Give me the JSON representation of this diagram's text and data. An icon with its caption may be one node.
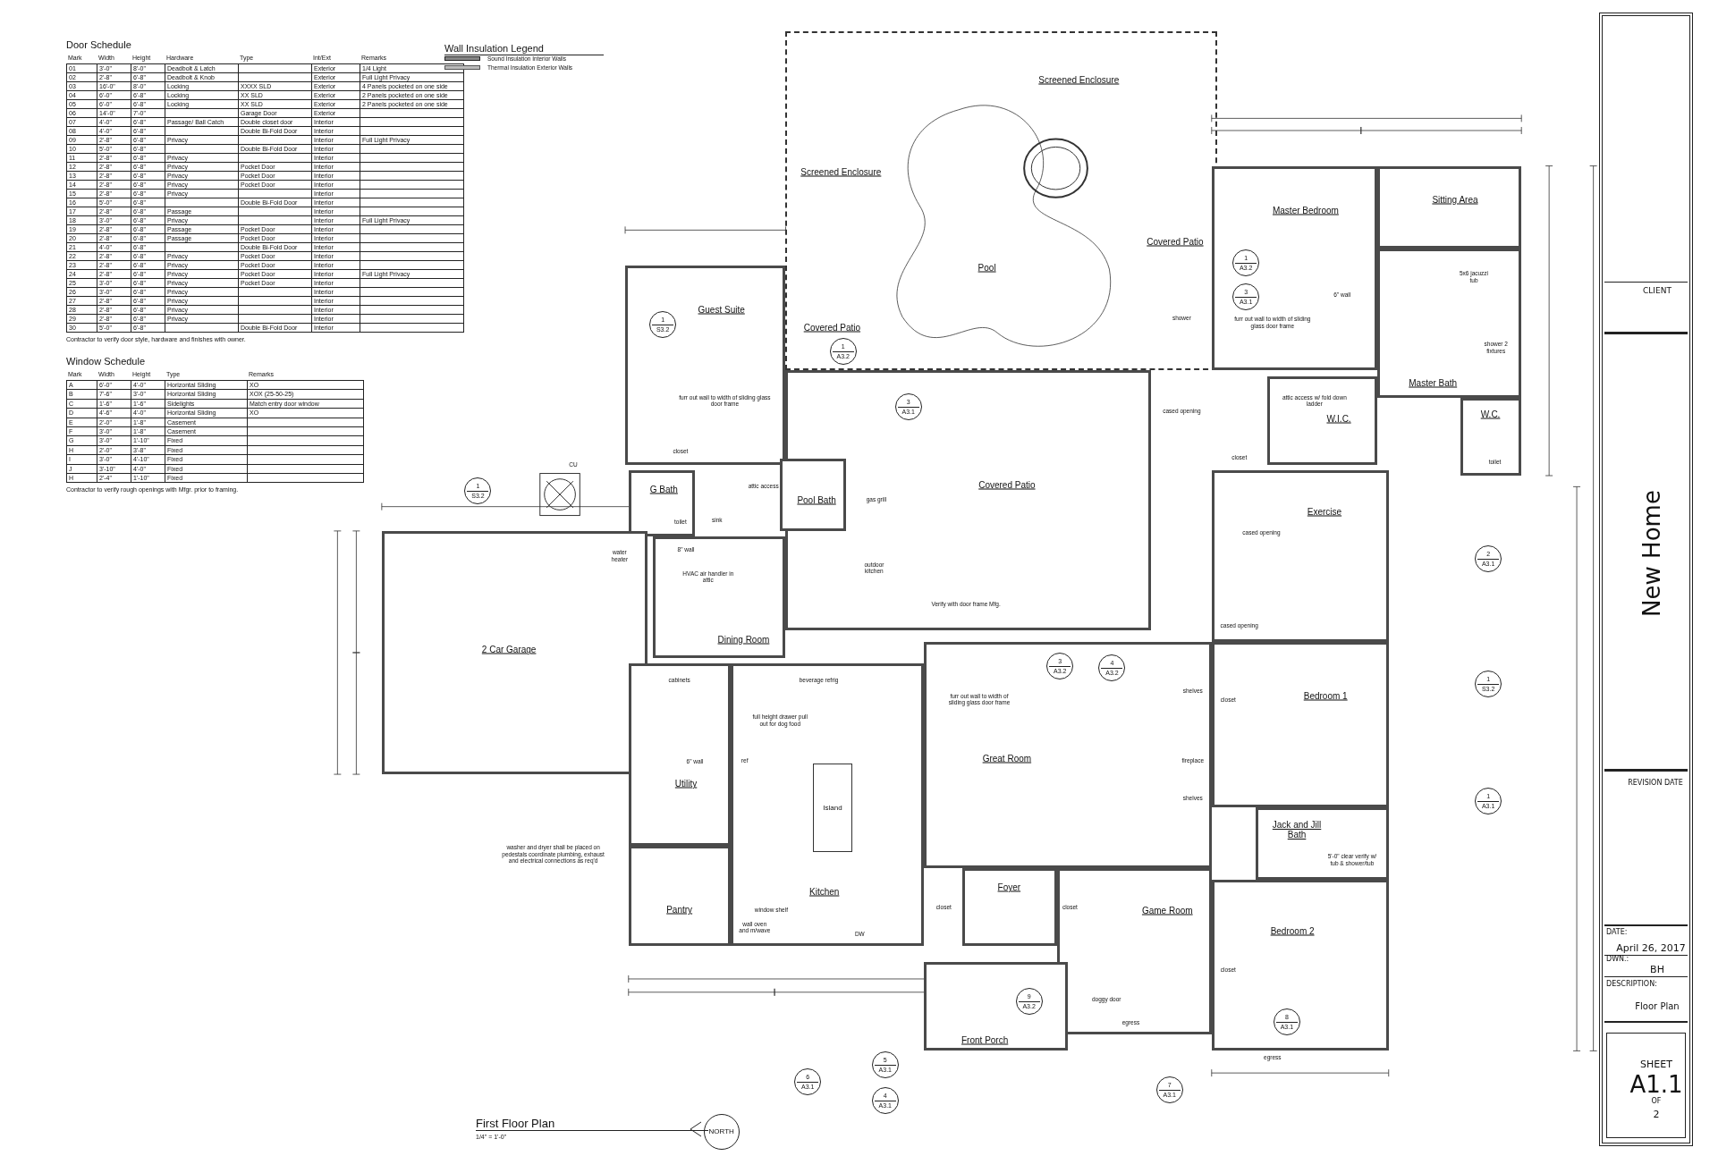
{
  "diagram": {
    "title": "First Floor Plan",
    "nodes": [
      {
        "text": [
          "Screened Enclosure",
          "Screened Enclosure"
        ]
      },
      {
        "text": [
          "Pool"
        ],
        "in": 0
      },
      {
        "text": [
          "Covered Patio"
        ],
        "in": 0
      },
      {
        "text": [
          "Covered Patio"
        ]
      },
      {
        "text": [
          "Guest Suite"
        ]
      },
      {
        "text": [
          "Covered Patio"
        ],
        "in": 0
      },
      {
        "text": [
          "Master Bedroom"
        ]
      },
      {
        "text": [
          "Sitting Area"
        ]
      },
      {
        "text": [
          "Master Bath"
        ]
      },
      {
        "text": [
          "W.I.C."
        ]
      },
      {
        "text": [
          "W.C."
        ]
      },
      {
        "text": [
          "G Bath"
        ]
      },
      {
        "text": [
          "Pool Bath"
        ]
      },
      {
        "text": [
          "2 Car Garage"
        ]
      },
      {
        "text": [
          "Dining Room"
        ]
      },
      {
        "text": [
          "Exercise"
        ]
      },
      {
        "text": [
          "Great Room"
        ]
      },
      {
        "text": [
          "Bedroom 1"
        ]
      },
      {
        "text": [
          "Utility"
        ]
      },
      {
        "text": [
          "Kitchen"
        ]
      },
      {
        "text": [
          "Island"
        ],
        "in": 19
      },
      {
        "text": [
          "Jack and Jill Bath"
        ]
      },
      {
        "text": [
          "Pantry"
        ]
      },
      {
        "text": [
          "Foyer"
        ]
      },
      {
        "text": [
          "Game Room"
        ]
      },
      {
        "text": [
          "Bedroom 2"
        ]
      },
      {
        "text": [
          "Front Porch"
        ]
      },
      {
        "text": [
          "1",
          "S3.2"
        ],
        "in": 4
      },
      {
        "text": [
          "1",
          "A3.2"
        ],
        "in": 0
      },
      {
        "text": [
          "3",
          "A3.1"
        ],
        "in": 3
      },
      {
        "text": [
          "1",
          "A3.2"
        ],
        "in": 6
      },
      {
        "text": [
          "3",
          "A3.1"
        ],
        "in": 6
      },
      {
        "text": [
          "1",
          "S3.2"
        ]
      },
      {
        "text": [
          "3",
          "A3.2"
        ],
        "in": 16
      },
      {
        "text": [
          "4",
          "A3.2"
        ],
        "in": 16
      },
      {
        "text": [
          "2",
          "A3.1"
        ]
      },
      {
        "text": [
          "1",
          "S3.2"
        ]
      },
      {
        "text": [
          "1",
          "A3.1"
        ]
      },
      {
        "text": [
          "8",
          "A3.1"
        ],
        "in": 25
      },
      {
        "text": [
          "9",
          "A3.2"
        ],
        "in": 26
      },
      {
        "text": [
          "6",
          "A3.1"
        ]
      },
      {
        "text": [
          "5",
          "A3.1"
        ]
      },
      {
        "text": [
          "4",
          "A3.1"
        ]
      },
      {
        "text": [
          "7",
          "A3.1"
        ]
      },
      {
        "text": [
          "NORTH"
        ]
      }
    ],
    "labels": [
      "Door Schedule",
      "Mark",
      "Width",
      "Height",
      "Hardware",
      "Type",
      "Int/Ext",
      "Remarks",
      "01",
      "3'-0\"",
      "8'-0\"",
      "Deadbolt & Latch",
      "Exterior",
      "1/4 Light",
      "02",
      "2'-8\"",
      "6'-8\"",
      "Deadbolt & Knob",
      "Exterior",
      "Full Light Privacy",
      "03",
      "16'-0\"",
      "8'-0\"",
      "Locking",
      "XXXX SLD",
      "Exterior",
      "4 Panels pocketed on one side",
      "04",
      "6'-0\"",
      "6'-8\"",
      "Locking",
      "XX SLD",
      "Exterior",
      "2 Panels pocketed on one side",
      "05",
      "6'-0\"",
      "6'-8\"",
      "Locking",
      "XX SLD",
      "Exterior",
      "2 Panels pocketed on one side",
      "06",
      "14'-0\"",
      "7'-0\"",
      "Garage Door",
      "Exterior",
      "07",
      "4'-0\"",
      "6'-8\"",
      "Passage/ Ball Catch",
      "Double closet door",
      "Interior",
      "08",
      "4'-0\"",
      "6'-8\"",
      "Double Bi-Fold Door",
      "Interior",
      "09",
      "2'-8\"",
      "6'-8\"",
      "Privacy",
      "Interior",
      "Full Light Privacy",
      "10",
      "5'-0\"",
      "6'-8\"",
      "Double Bi-Fold Door",
      "Interior",
      "11",
      "2'-8\"",
      "6'-8\"",
      "Privacy",
      "Interior",
      "12",
      "2'-8\"",
      "6'-8\"",
      "Privacy",
      "Pocket Door",
      "Interior",
      "13",
      "2'-8\"",
      "6'-8\"",
      "Privacy",
      "Pocket Door",
      "Interior",
      "14",
      "2'-8\"",
      "6'-8\"",
      "Privacy",
      "Pocket Door",
      "Interior",
      "15",
      "2'-8\"",
      "6'-8\"",
      "Privacy",
      "Interior",
      "16",
      "5'-0\"",
      "6'-8\"",
      "Double Bi-Fold Door",
      "Interior",
      "17",
      "2'-8\"",
      "6'-8\"",
      "Passage",
      "Interior",
      "18",
      "3'-0\"",
      "6'-8\"",
      "Privacy",
      "Interior",
      "Full Light Privacy",
      "19",
      "2'-8\"",
      "6'-8\"",
      "Passage",
      "Pocket Door",
      "Interior",
      "20",
      "2'-8\"",
      "6'-8\"",
      "Passage",
      "Pocket Door",
      "Interior",
      "21",
      "4'-0\"",
      "6'-8\"",
      "Double Bi-Fold Door",
      "Interior",
      "22",
      "2'-8\"",
      "6'-8\"",
      "Privacy",
      "Pocket Door",
      "Interior",
      "23",
      "2'-8\"",
      "6'-8\"",
      "Privacy",
      "Pocket Door",
      "Interior",
      "24",
      "2'-8\"",
      "6'-8\"",
      "Privacy",
      "Pocket Door",
      "Interior",
      "Full Light Privacy",
      "25",
      "3'-0\"",
      "6'-8\"",
      "Privacy",
      "Pocket Door",
      "Interior",
      "26",
      "3'-0\"",
      "6'-8\"",
      "Privacy",
      "Interior",
      "27",
      "2'-8\"",
      "6'-8\"",
      "Privacy",
      "Interior",
      "28",
      "2'-8\"",
      "6'-8\"",
      "Privacy",
      "Interior",
      "29",
      "2'-8\"",
      "6'-8\"",
      "Privacy",
      "Interior",
      "30",
      "5'-0\"",
      "6'-8\"",
      "Double Bi-Fold Door",
      "Interior",
      "Contractor to verify door style, hardware and finishes with owner.",
      "Window Schedule",
      "Mark",
      "Width",
      "Height",
      "Type",
      "Remarks",
      "A",
      "6'-0\"",
      "4'-0\"",
      "Horizontal Sliding",
      "XO",
      "B",
      "7'-6\"",
      "3'-0\"",
      "Horizontal Sliding",
      "XOX (25-50-25)",
      "C",
      "1'-6\"",
      "1'-6\"",
      "Sidelights",
      "Match entry door window",
      "D",
      "4'-6\"",
      "4'-0\"",
      "Horizontal Sliding",
      "XO",
      "E",
      "2'-0\"",
      "1'-8\"",
      "Casement",
      "F",
      "3'-0\"",
      "1'-8\"",
      "Casement",
      "G",
      "3'-0\"",
      "1'-10\"",
      "Fixed",
      "H",
      "2'-0\"",
      "3'-8\"",
      "Fixed",
      "I",
      "3'-0\"",
      "4'-10\"",
      "Fixed",
      "J",
      "3'-10\"",
      "4'-0\"",
      "Fixed",
      "H",
      "2'-4\"",
      "1'-10\"",
      "Fixed",
      "Contractor to verify rough openings with Mfgr. prior to framing.",
      "Wall Insulation Legend",
      "furr out wall to width of sliding glass door frame",
      "closet",
      "CU",
      "toilet",
      "sink",
      "attic access",
      "water heater",
      "8\" wall",
      "HVAC air handler in attic",
      "gas grill",
      "outdoor kitchen",
      "Verify with door frame Mfg.",
      "cabinets",
      "beverage refrig",
      "furr out wall to width of sliding glass door frame",
      "full height drawer pull out for dog food",
      "6\" wall",
      "ref",
      "washer and dryer shall be placed on pedestals coordinate plumbing, exhaust and electrical connections as req'd",
      "window shelf",
      "wall oven and m/wave",
      "DW",
      "closet",
      "closet",
      "shelves",
      "fireplace",
      "shelves",
      "closet",
      "cased opening",
      "cased opening",
      "cased opening",
      "closet",
      "attic access w/ fold down ladder",
      "6\" wall",
      "furr out wall to width of sliding glass door frame",
      "shower",
      "5x6 jacuzzi tub",
      "shower 2 fixtures",
      "toilet",
      "5'-0\" clear verify w/ tub & shower/tub",
      "closet",
      "doggy door",
      "egress",
      "egress",
      "1/4\" = 1'-0\"",
      "CLIENT",
      "New Home",
      "REVISION DATE",
      "DATE:",
      "April 26, 2017",
      "DWN.:",
      "BH",
      "DESCRIPTION:",
      "Floor Plan",
      "SHEET",
      "A1.1",
      "OF",
      "2"
    ],
    "legend": [
      {
        "text": "Sound Insulation Interior Walls"
      },
      {
        "text": "Thermal Insulation Exterior Walls"
      }
    ]
  }
}
